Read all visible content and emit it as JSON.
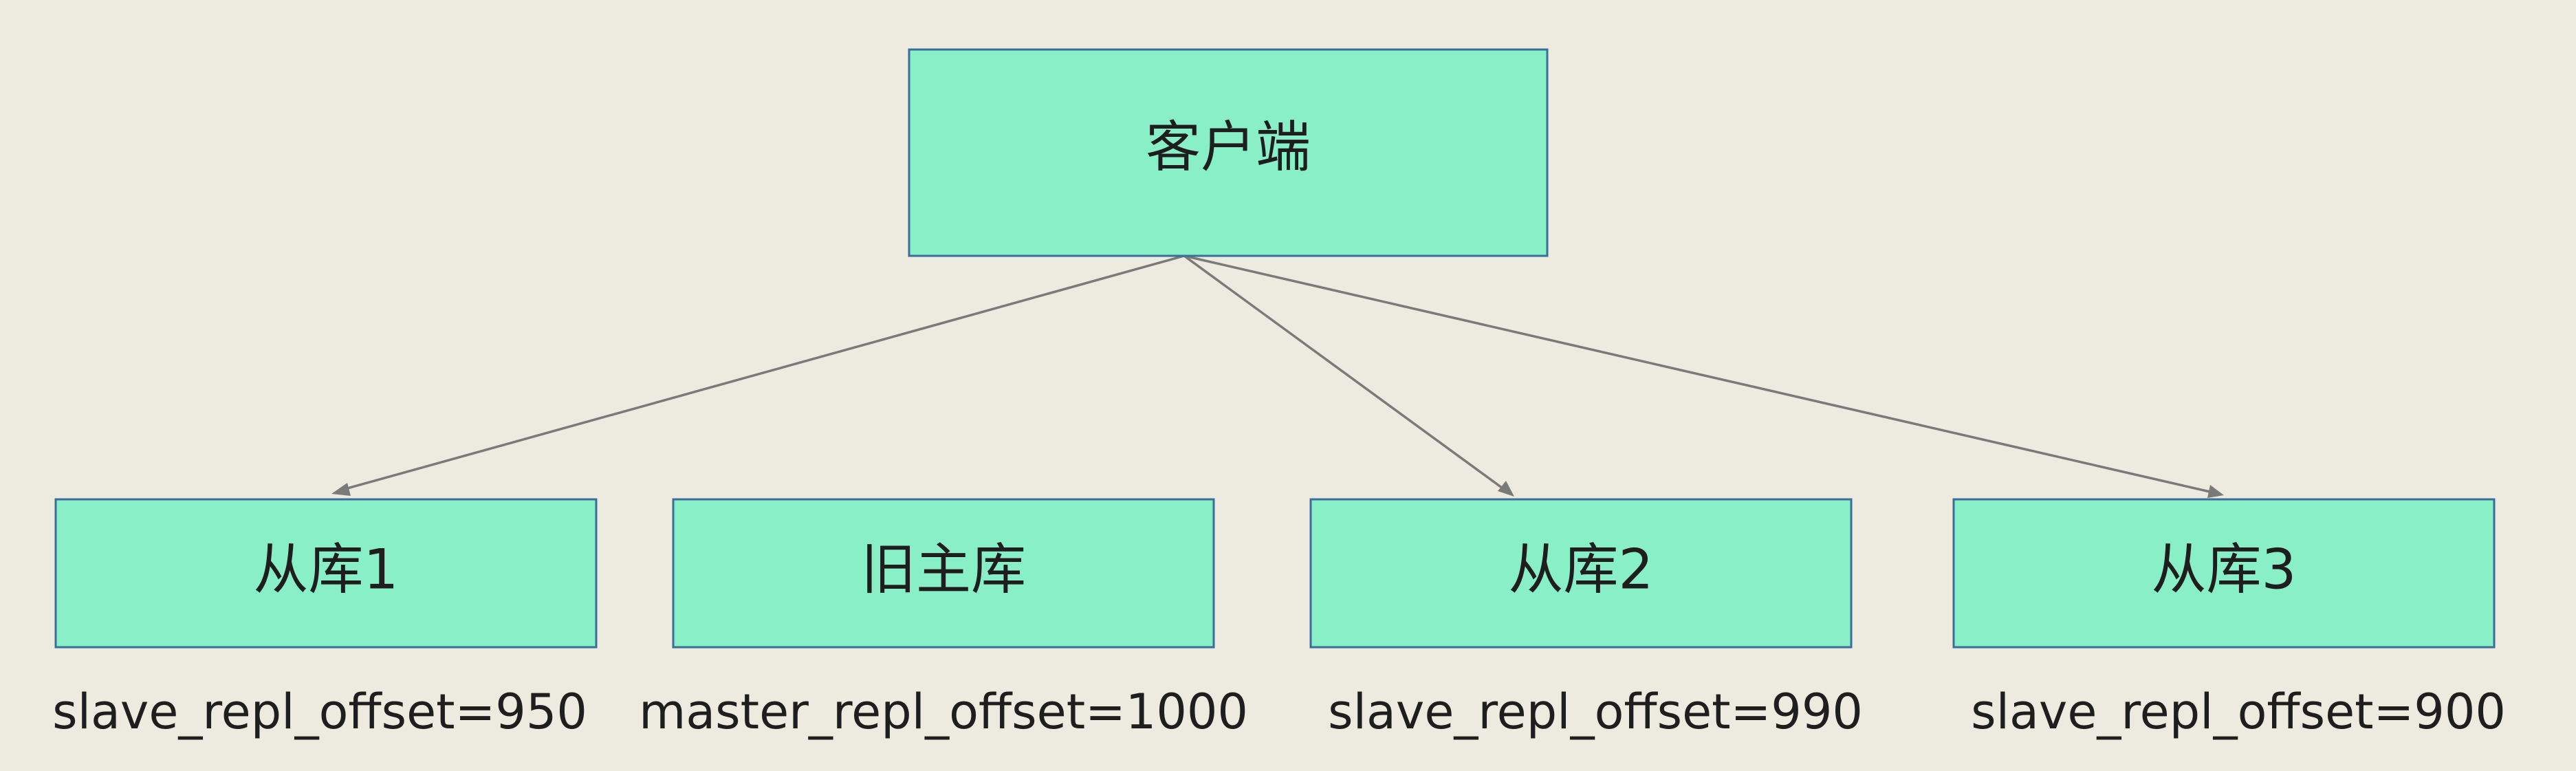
{
  "client": {
    "label": "客户端"
  },
  "nodes": [
    {
      "id": "slave1",
      "label": "从库1",
      "offset": "slave_repl_offset=950"
    },
    {
      "id": "old-master",
      "label": "旧主库",
      "offset": "master_repl_offset=1000"
    },
    {
      "id": "slave2",
      "label": "从库2",
      "offset": "slave_repl_offset=990"
    },
    {
      "id": "slave3",
      "label": "从库3",
      "offset": "slave_repl_offset=900"
    }
  ],
  "edges": [
    {
      "from": "client",
      "to": "slave1"
    },
    {
      "from": "client",
      "to": "slave2"
    },
    {
      "from": "client",
      "to": "slave3"
    }
  ],
  "colors": {
    "background": "#edeadf",
    "node_fill": "#88efc7",
    "node_border": "#3a6e9a",
    "edge": "#7a7a7a"
  }
}
